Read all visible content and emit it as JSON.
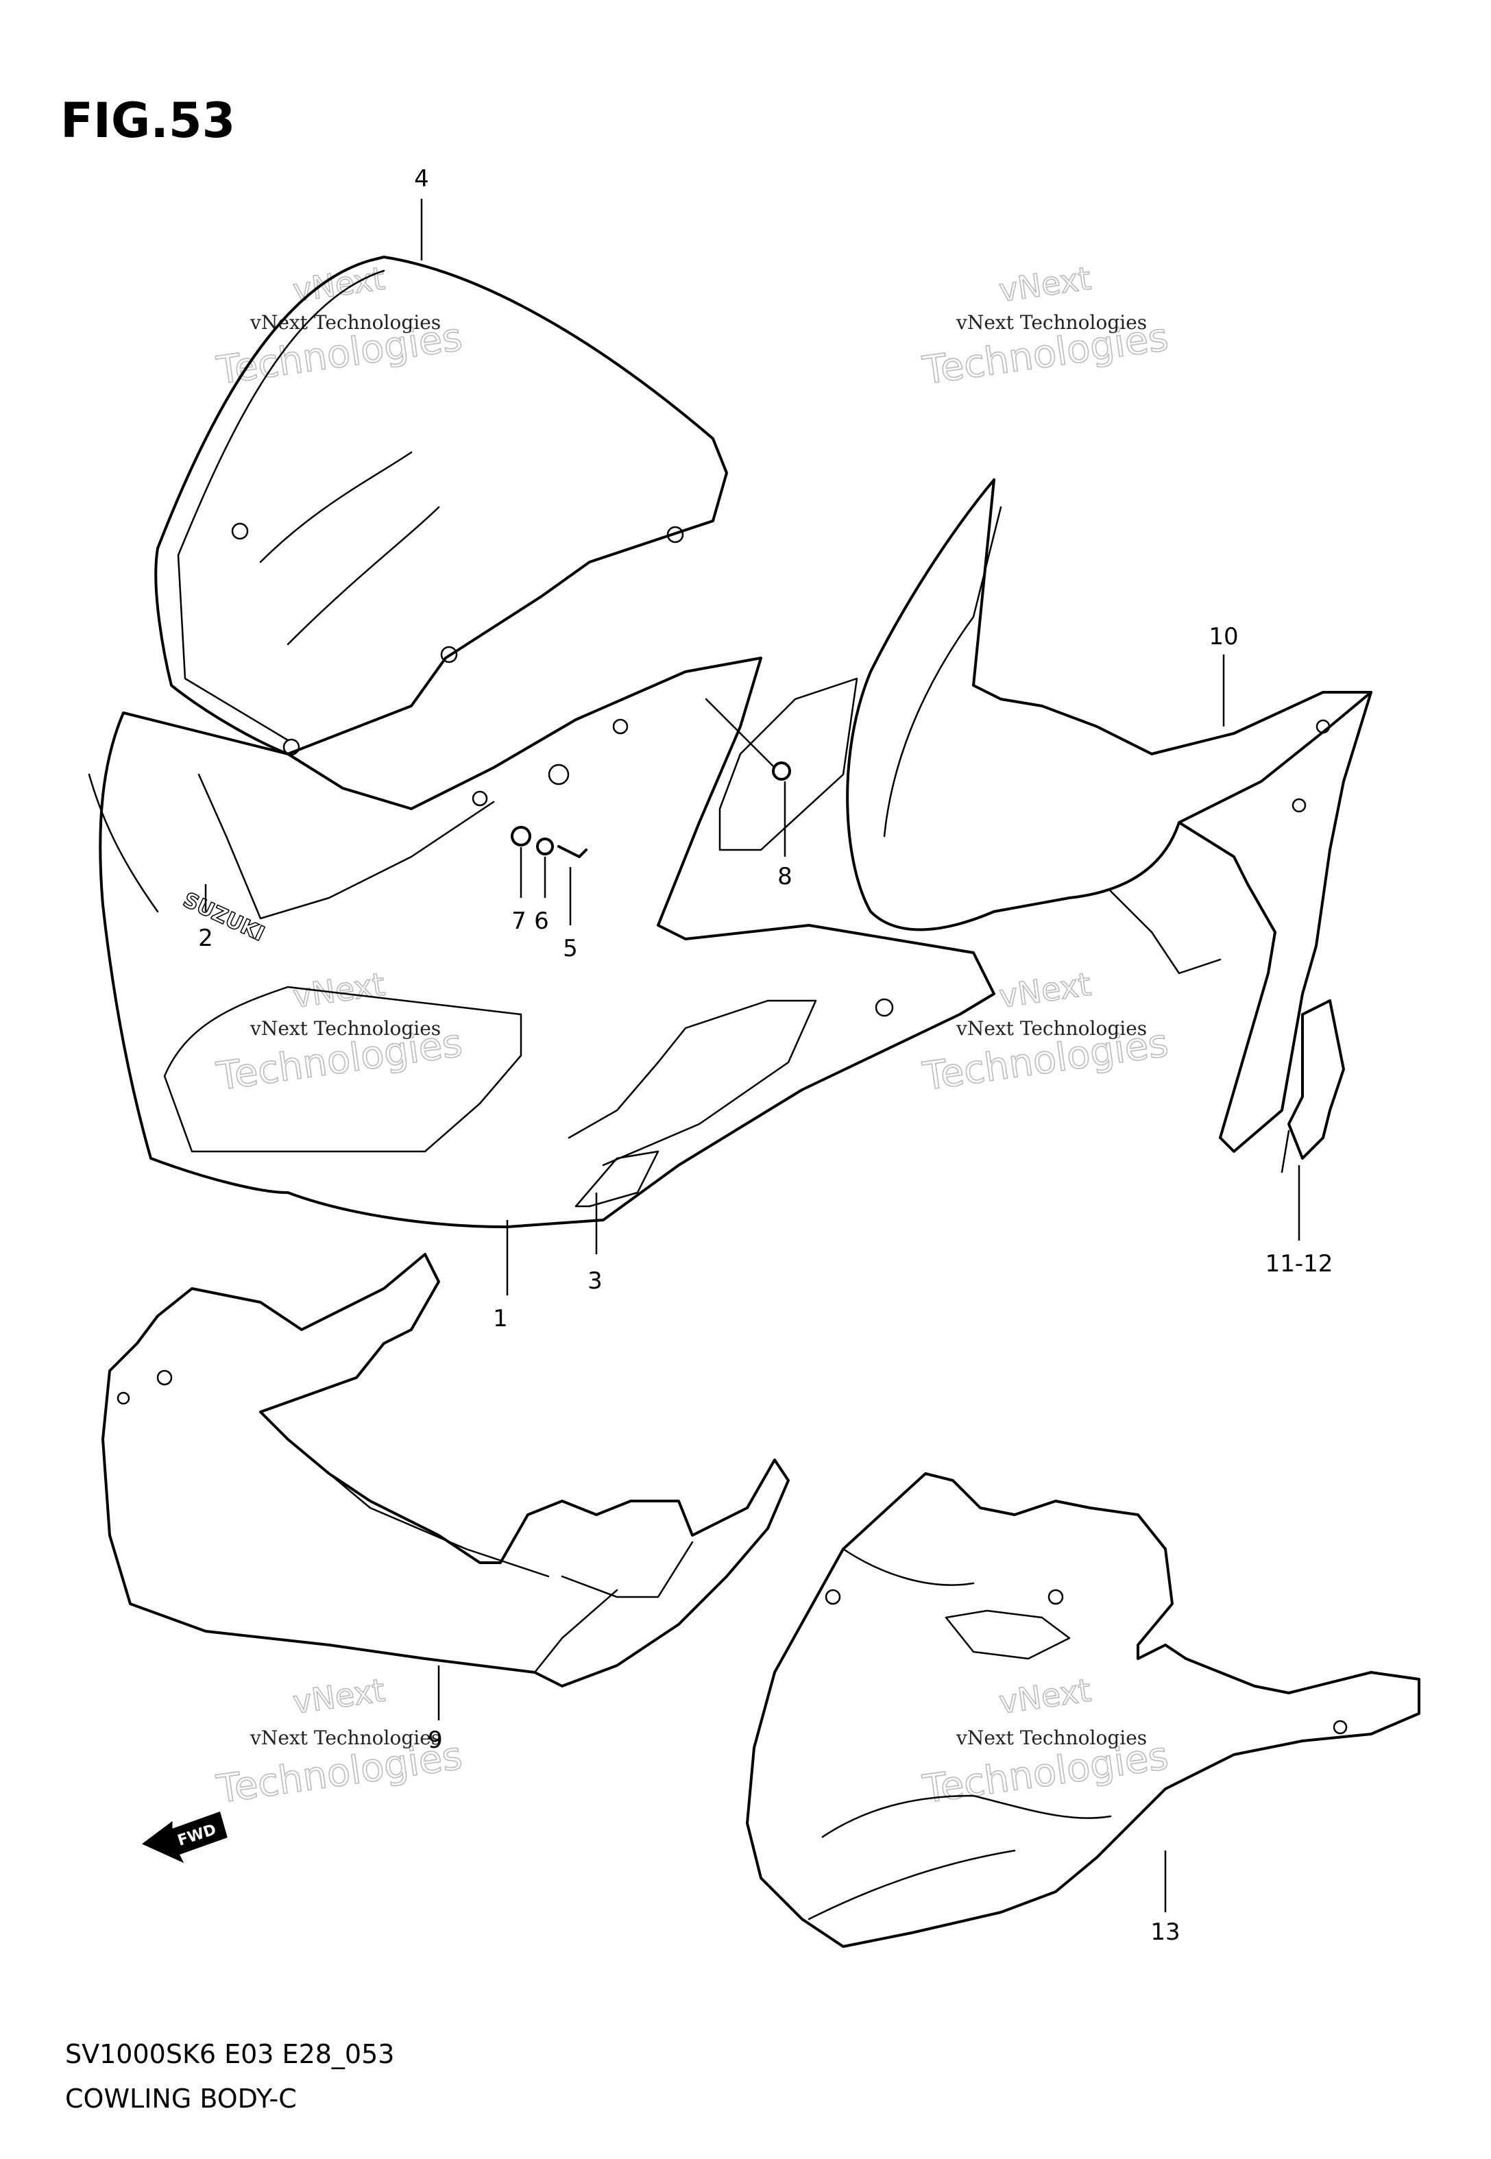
{
  "figure": {
    "title": "FIG.53",
    "model_code": "SV1000SK6 E03 E28_053",
    "section_name": "COWLING BODY-C"
  },
  "callouts": [
    {
      "id": "1",
      "label": "1"
    },
    {
      "id": "2",
      "label": "2"
    },
    {
      "id": "3",
      "label": "3"
    },
    {
      "id": "4",
      "label": "4"
    },
    {
      "id": "5",
      "label": "5"
    },
    {
      "id": "6",
      "label": "6"
    },
    {
      "id": "7",
      "label": "7"
    },
    {
      "id": "8",
      "label": "8"
    },
    {
      "id": "9",
      "label": "9"
    },
    {
      "id": "10",
      "label": "10"
    },
    {
      "id": "11-12",
      "label": "11-12"
    },
    {
      "id": "13",
      "label": "13"
    }
  ],
  "decals": {
    "brand": "SUZUKI",
    "forward_arrow": "FWD"
  },
  "watermark": {
    "line_small": "vNext Technologies",
    "line_top": "vNext",
    "line_big": "Technologies"
  },
  "colors": {
    "line": "#000000",
    "background": "#ffffff",
    "watermark_outline": "#bbbbbb"
  }
}
